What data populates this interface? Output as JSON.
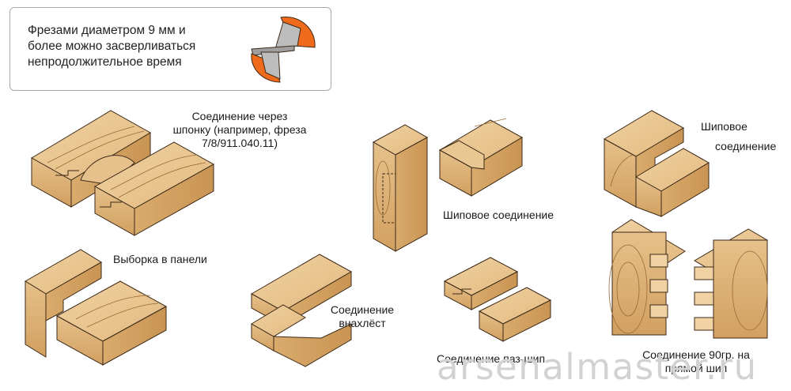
{
  "note": {
    "text_lines": [
      "Фрезами диаметром 9 мм и",
      "более можно засверливаться",
      "непродолжительное время"
    ]
  },
  "labels": {
    "key_joint": [
      "Соединение через",
      "шпонку (например, фреза",
      "7/8/911.040.11)"
    ],
    "tenon_top_right": [
      "Шиповое",
      "соединение"
    ],
    "mortise_tenon": "Шиповое соединение",
    "panel_rebate": "Выборка в панели",
    "half_lap": [
      "Соединение",
      "внахлёст"
    ],
    "tongue_groove": "Соединение паз-шип",
    "right_angle": [
      "Соединение 90гр. на",
      "прямой шип"
    ]
  },
  "watermark": "arsenalmaster.ru",
  "colors": {
    "wood_light": "#e8c491",
    "wood_mid": "#d4a466",
    "wood_dark": "#b98648",
    "grain": "#8a5a2c",
    "outline": "#3c2a18",
    "cutter_orange": "#ef6a1a",
    "cutter_grey": "#bdbdbd"
  }
}
